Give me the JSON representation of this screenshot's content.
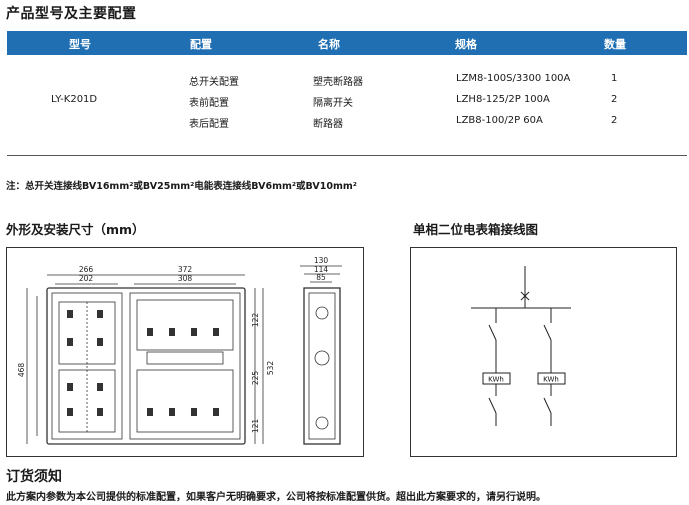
{
  "product_section_title": "产品型号及主要配置",
  "table": {
    "headers": [
      "型号",
      "配置",
      "名称",
      "规格",
      "数量"
    ],
    "model": "LY-K201D",
    "rows": [
      {
        "config": "总开关配置",
        "name": "塑壳断路器",
        "spec": "LZM8-100S/3300 100A",
        "qty": "1"
      },
      {
        "config": "表前配置",
        "name": "隔离开关",
        "spec": "LZH8-125/2P 100A",
        "qty": "2"
      },
      {
        "config": "表后配置",
        "name": "断路器",
        "spec": "LZB8-100/2P 60A",
        "qty": "2"
      }
    ]
  },
  "note": "注：总开关连接线BV16mm²或BV25mm²电能表连接线BV6mm²或BV10mm²",
  "dimension_section_title": "外形及安装尺寸（mm）",
  "wiring_section_title": "单相二位电表箱接线图",
  "dimensions": {
    "w266": "266",
    "w202": "202",
    "w372": "372",
    "w308": "308",
    "h468": "468",
    "h532": "532",
    "h122": "122",
    "h225": "225",
    "h121": "121",
    "d130": "130",
    "d114": "114",
    "d85": "85"
  },
  "wiring": {
    "meter_label": "KWh"
  },
  "footer": {
    "title": "订货须知",
    "text": "此方案内参数为本公司提供的标准配置，如果客户无明确要求，公司将按标准配置供货。超出此方案要求的，请另行说明。"
  }
}
